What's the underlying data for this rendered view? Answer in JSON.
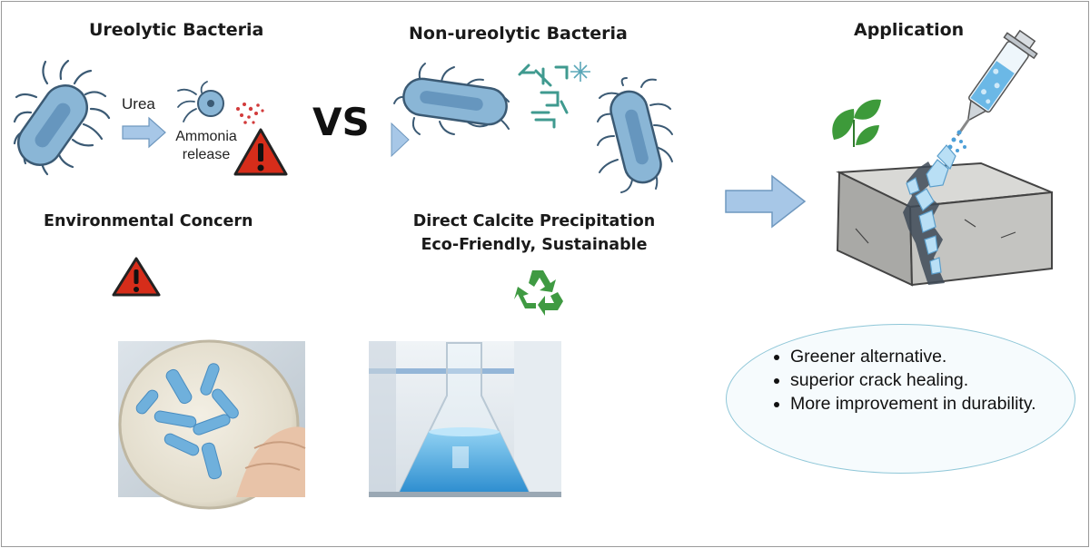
{
  "ureolytic": {
    "title": "Ureolytic Bacteria",
    "urea_label": "Urea",
    "ammonia_line1": "Ammonia",
    "ammonia_line2": "release",
    "concern_label": "Environmental Concern"
  },
  "vs_label": "VS",
  "non_ureolytic": {
    "title": "Non-ureolytic Bacteria",
    "line1": "Direct Calcite Precipitation",
    "line2": "Eco-Friendly, Sustainable"
  },
  "application": {
    "title": "Application",
    "benefits": [
      "Greener alternative.",
      "superior crack healing.",
      "More improvement in durability."
    ]
  },
  "colors": {
    "bacteria": "#8ab6d6",
    "bacteria_outline": "#3b5a74",
    "arrow": "#a7c7e7",
    "warning": "#d62d1a",
    "recycle": "#3f9a42",
    "leaf": "#3d9a3a",
    "ellipse_border": "#8fc7d8"
  }
}
